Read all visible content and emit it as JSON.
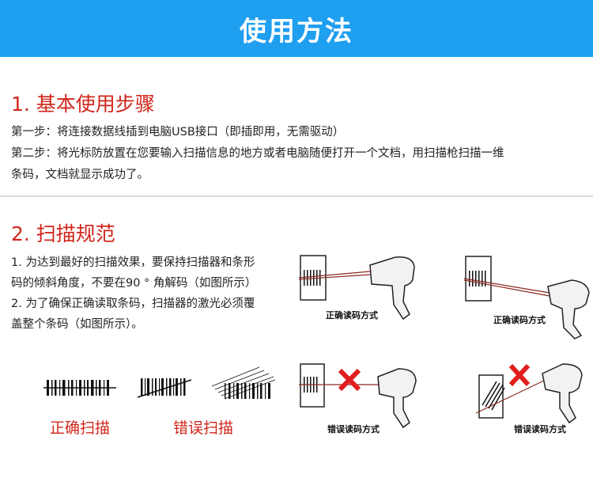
{
  "banner": {
    "title": "使用方法"
  },
  "section1": {
    "title": "1. 基本使用步骤",
    "lines": [
      "第一步：将连接数据线插到电脑USB接口（即插即用，无需驱动）",
      "第二步：将光标防放置在您要输入扫描信息的地方或者电脑随便打开一个文档，用扫描枪扫描一维",
      "条码，文档就显示成功了。"
    ]
  },
  "section2": {
    "title": "2. 扫描规范",
    "lines": [
      "1. 为达到最好的扫描效果，要保持扫描器和条形",
      "码的倾斜角度，不要在90 ° 角解码（如图所示）",
      "2. 为了确保正确读取条码，扫描器的激光必须覆",
      "盖整个条码（如图所示）。"
    ],
    "correct_label": "正确扫描",
    "wrong_label": "错误扫描",
    "correct_way_caption": "正确读码方式",
    "wrong_way_caption": "错误读码方式"
  },
  "colors": {
    "banner": "#1f9ff0",
    "accent_red": "#d0261b"
  }
}
